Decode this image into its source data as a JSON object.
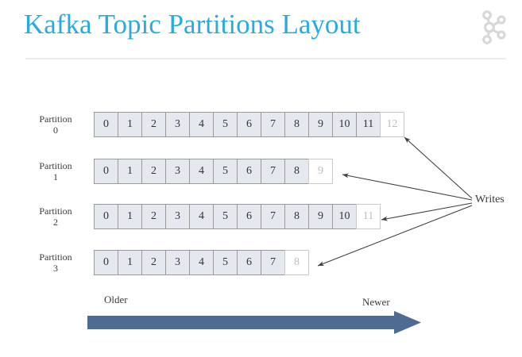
{
  "slide": {
    "title": "Kafka Topic Partitions Layout",
    "logo_icon": "kafka-logo-icon",
    "accent_color": "#29ABE2",
    "rule_color": "#EDEDED",
    "background_color": "#FFFFFF"
  },
  "diagram": {
    "cell_fill_color": "#E5E9EF",
    "cell_border_color": "#9A9A9A",
    "empty_cell_fill_color": "#FFFFFF",
    "empty_cell_text_color": "#BDBDBD",
    "arrow_line_color": "#3F3F3F",
    "writes_label": "Writes",
    "partition_word": "Partition",
    "partitions": [
      {
        "id": "0",
        "label_word": "Partition",
        "label_number": "0",
        "written_offsets": [
          "0",
          "1",
          "2",
          "3",
          "4",
          "5",
          "6",
          "7",
          "8",
          "9",
          "10",
          "11"
        ],
        "next_offset": "12"
      },
      {
        "id": "1",
        "label_word": "Partition",
        "label_number": "1",
        "written_offsets": [
          "0",
          "1",
          "2",
          "3",
          "4",
          "5",
          "6",
          "7",
          "8"
        ],
        "next_offset": "9"
      },
      {
        "id": "2",
        "label_word": "Partition",
        "label_number": "2",
        "written_offsets": [
          "0",
          "1",
          "2",
          "3",
          "4",
          "5",
          "6",
          "7",
          "8",
          "9",
          "10"
        ],
        "next_offset": "11"
      },
      {
        "id": "3",
        "label_word": "Partition",
        "label_number": "3",
        "written_offsets": [
          "0",
          "1",
          "2",
          "3",
          "4",
          "5",
          "6",
          "7"
        ],
        "next_offset": "8"
      }
    ]
  },
  "time_axis": {
    "older_label": "Older",
    "newer_label": "Newer",
    "arrow_color": "#4F6B91"
  }
}
